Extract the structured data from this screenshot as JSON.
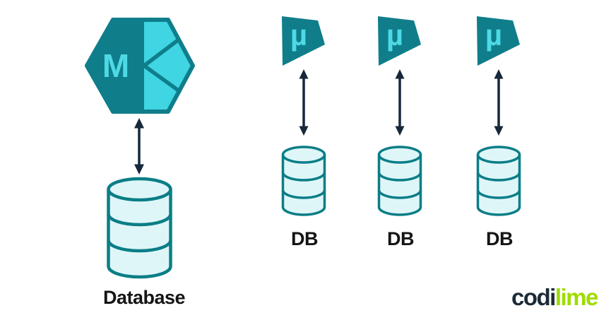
{
  "diagram": {
    "monolith": {
      "label": "M",
      "db_label": "Database"
    },
    "microservices": {
      "items": [
        {
          "label": "µ",
          "db_label": "DB"
        },
        {
          "label": "µ",
          "db_label": "DB"
        },
        {
          "label": "µ",
          "db_label": "DB"
        }
      ]
    },
    "colors": {
      "dark_teal": "#0F7E8A",
      "light_cyan": "#3FD5E3",
      "letter_cyan": "#4ED9E6",
      "cylinder_fill": "#DFF6F8",
      "cylinder_stroke": "#0A7E87",
      "arrow_navy": "#16283A",
      "label_text": "#151515",
      "logo_dark": "#1C2B36",
      "logo_lime": "#9FDC00"
    }
  },
  "logo": {
    "codi": "codi",
    "lime": "lime"
  }
}
